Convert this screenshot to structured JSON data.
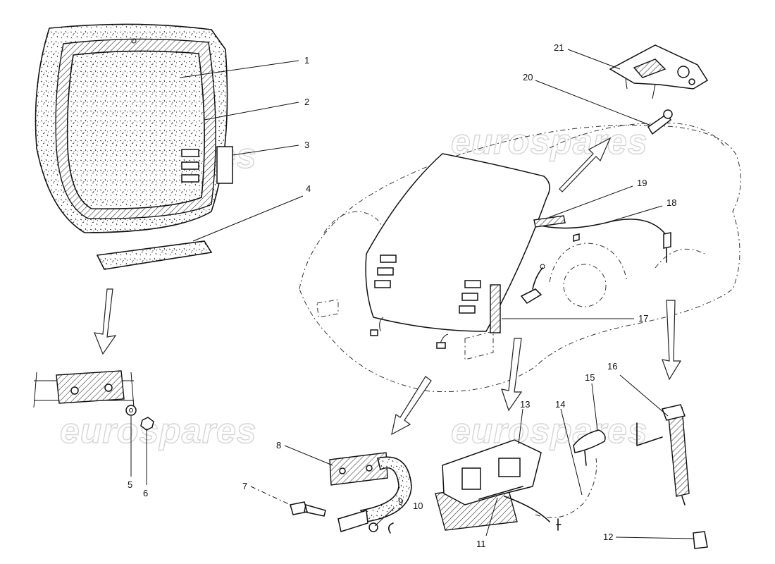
{
  "watermarks": [
    "eurospares",
    "eurospares",
    "eurospares",
    "eurospares"
  ],
  "callouts": [
    {
      "id": "1",
      "label": "1"
    },
    {
      "id": "2",
      "label": "2"
    },
    {
      "id": "3",
      "label": "3"
    },
    {
      "id": "4",
      "label": "4"
    },
    {
      "id": "5",
      "label": "5"
    },
    {
      "id": "6",
      "label": "6"
    },
    {
      "id": "7",
      "label": "7"
    },
    {
      "id": "8",
      "label": "8"
    },
    {
      "id": "9",
      "label": "9"
    },
    {
      "id": "10",
      "label": "10"
    },
    {
      "id": "11",
      "label": "11"
    },
    {
      "id": "12",
      "label": "12"
    },
    {
      "id": "13",
      "label": "13"
    },
    {
      "id": "14",
      "label": "14"
    },
    {
      "id": "15",
      "label": "15"
    },
    {
      "id": "16",
      "label": "16"
    },
    {
      "id": "17",
      "label": "17"
    },
    {
      "id": "18",
      "label": "18"
    },
    {
      "id": "19",
      "label": "19"
    },
    {
      "id": "20",
      "label": "20"
    },
    {
      "id": "21",
      "label": "21"
    }
  ],
  "colors": {
    "ink": "#111111",
    "watermark": "#d5d5d5",
    "background": "#ffffff"
  }
}
